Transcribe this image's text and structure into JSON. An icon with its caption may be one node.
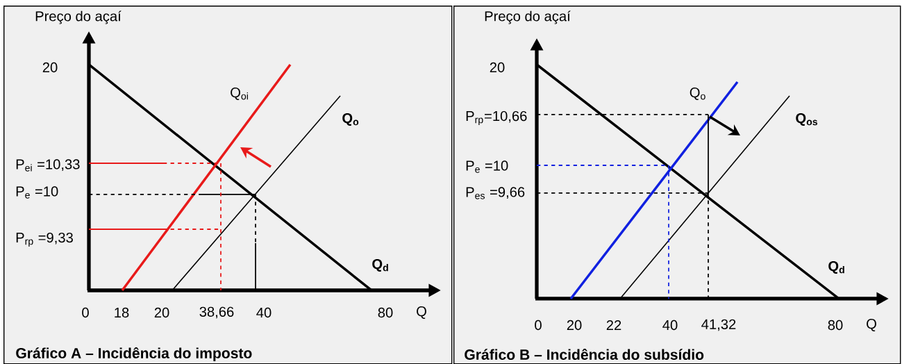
{
  "diagram": {
    "nodes": [
      {
        "text": [
          "Gráfico A – Incidência do imposto"
        ]
      },
      {
        "text": [
          "Gráfico B – Incidência do subsídio"
        ]
      }
    ],
    "edges": [],
    "labels": [
      "Preço do açaí",
      "20",
      "Q$_{oi}$",
      "Q$_{o}$",
      "P$_{ei}$ =10,33",
      "P$_{e}$ =10",
      "P$_{rp}$ =9,33",
      "Q$_{d}$",
      "0",
      "18",
      "20",
      "38,66",
      "40",
      "80",
      "Q",
      "Preço do açaí",
      "20",
      "Q$_{o}$",
      "P$_{rp}$=10,66",
      "Q$_{os}$",
      "P$_{e}$ =10",
      "P$_{es}$ =9,66",
      "Q$_{d}$",
      "0",
      "20",
      "22",
      "40",
      "41,32",
      "80",
      "Q"
    ]
  }
}
